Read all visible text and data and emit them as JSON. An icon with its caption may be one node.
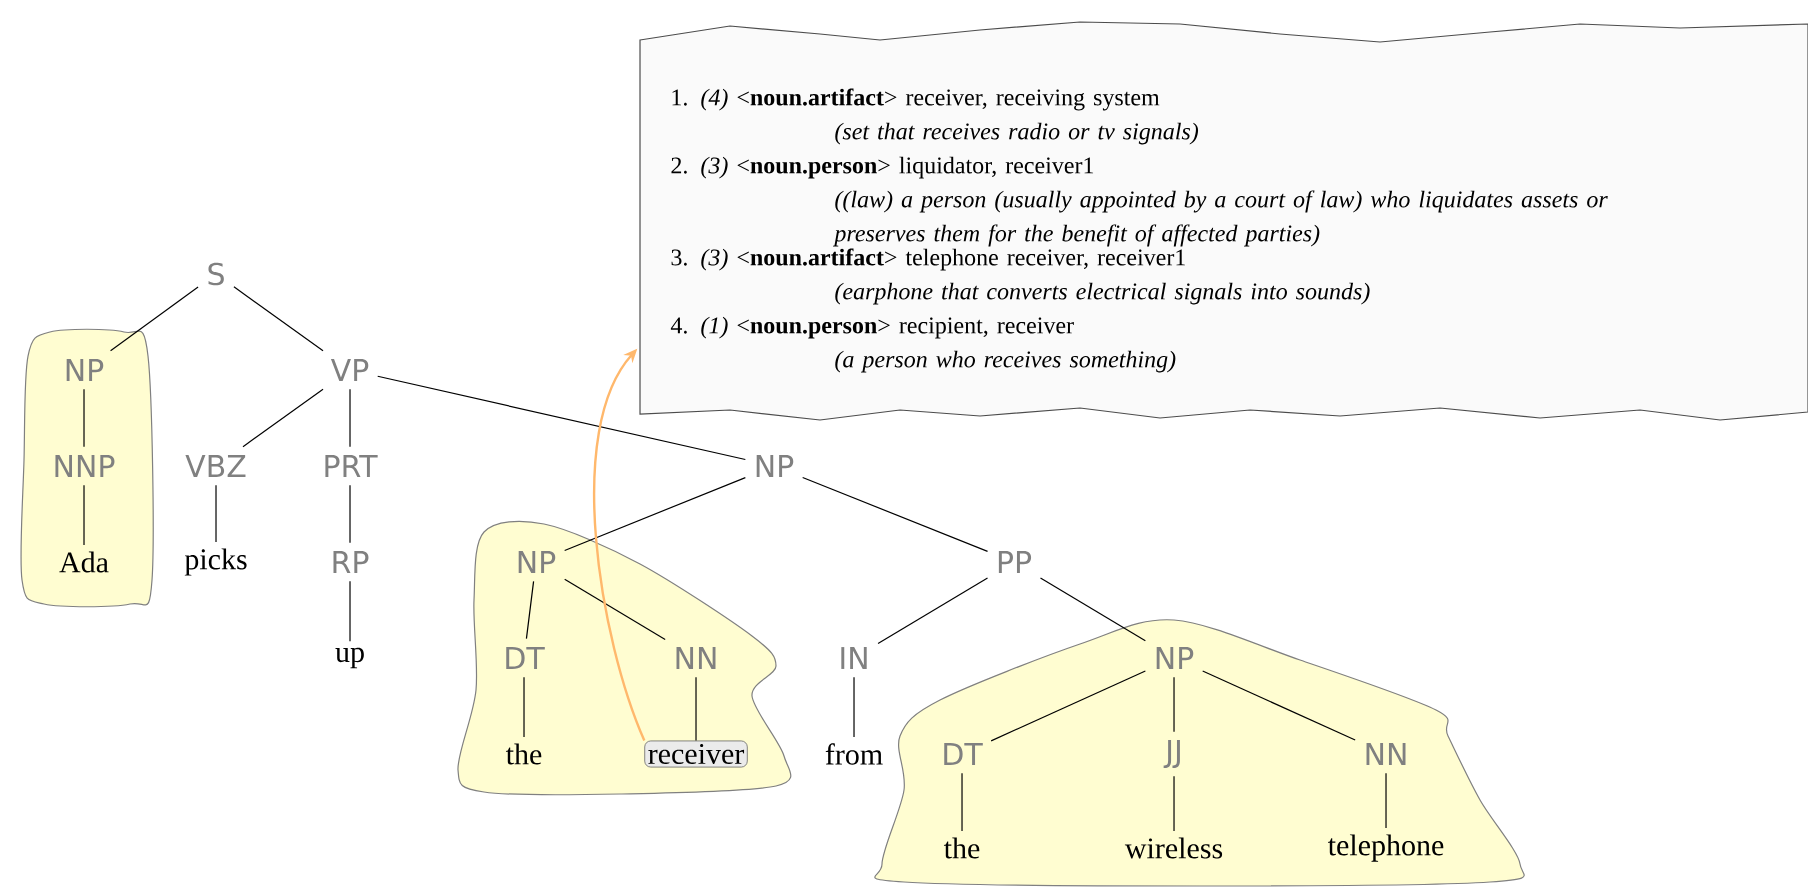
{
  "diagram": {
    "nodes": [
      {
        "text": [
          "1. *(4)* <**noun.artifact**> receiver, receiving system",
          "(set that receives radio or tv signals)",
          "2. *(3)* <**noun.person**> liquidator, receiver1",
          "((law) a person (usually appointed by a court of law) who liquidates assets or preserves them for the benefit of affected parties)",
          "3. *(3)* <**noun.artifact**> telephone receiver, receiver1",
          "(earphone that converts electrical signals into sounds)",
          "4. *(1)* <**noun.person**> recipient, receiver",
          "(a person who receives something)"
        ]
      },
      {
        "text": [
          "S"
        ]
      },
      {
        "text": [],
        "shape": "blob"
      },
      {
        "text": [
          "NP"
        ],
        "in": 2
      },
      {
        "text": [
          "NNP"
        ],
        "in": 2
      },
      {
        "text": [
          "Ada"
        ],
        "in": 2
      },
      {
        "text": [
          "VP"
        ]
      },
      {
        "text": [
          "VBZ"
        ]
      },
      {
        "text": [
          "PRT"
        ]
      },
      {
        "text": [
          "picks"
        ]
      },
      {
        "text": [
          "RP"
        ]
      },
      {
        "text": [
          "up"
        ]
      },
      {
        "text": [
          "NP"
        ]
      },
      {
        "text": [],
        "shape": "blob"
      },
      {
        "text": [
          "NP"
        ],
        "in": 13
      },
      {
        "text": [
          "DT"
        ],
        "in": 13
      },
      {
        "text": [
          "NN"
        ],
        "in": 13
      },
      {
        "text": [
          "the"
        ],
        "in": 13
      },
      {
        "text": [
          "receiver"
        ],
        "in": 13
      },
      {
        "text": [
          "PP"
        ]
      },
      {
        "text": [
          "IN"
        ]
      },
      {
        "text": [
          "from"
        ]
      },
      {
        "text": [],
        "shape": "blob"
      },
      {
        "text": [
          "NP"
        ],
        "in": 22
      },
      {
        "text": [
          "DT"
        ],
        "in": 22
      },
      {
        "text": [
          "JJ"
        ],
        "in": 22
      },
      {
        "text": [
          "NN"
        ],
        "in": 22
      },
      {
        "text": [
          "the"
        ],
        "in": 22
      },
      {
        "text": [
          "wireless"
        ],
        "in": 22
      },
      {
        "text": [
          "telephone"
        ],
        "in": 22
      }
    ],
    "edges": [
      {
        "from": 1,
        "to": 3,
        "arrow": "none"
      },
      {
        "from": 1,
        "to": 6,
        "arrow": "none"
      },
      {
        "from": 3,
        "to": 4,
        "arrow": "none"
      },
      {
        "from": 4,
        "to": 5,
        "arrow": "none"
      },
      {
        "from": 6,
        "to": 7,
        "arrow": "none"
      },
      {
        "from": 6,
        "to": 8,
        "arrow": "none"
      },
      {
        "from": 7,
        "to": 9,
        "arrow": "none"
      },
      {
        "from": 8,
        "to": 10,
        "arrow": "none"
      },
      {
        "from": 10,
        "to": 11,
        "arrow": "none"
      },
      {
        "from": 6,
        "to": 12,
        "arrow": "none"
      },
      {
        "from": 12,
        "to": 14,
        "arrow": "none"
      },
      {
        "from": 12,
        "to": 19,
        "arrow": "none"
      },
      {
        "from": 14,
        "to": 15,
        "arrow": "none"
      },
      {
        "from": 14,
        "to": 16,
        "arrow": "none"
      },
      {
        "from": 15,
        "to": 17,
        "arrow": "none"
      },
      {
        "from": 16,
        "to": 18,
        "arrow": "none"
      },
      {
        "from": 19,
        "to": 20,
        "arrow": "none"
      },
      {
        "from": 19,
        "to": 23,
        "arrow": "none"
      },
      {
        "from": 20,
        "to": 21,
        "arrow": "none"
      },
      {
        "from": 23,
        "to": 24,
        "arrow": "none"
      },
      {
        "from": 23,
        "to": 25,
        "arrow": "none"
      },
      {
        "from": 23,
        "to": 26,
        "arrow": "none"
      },
      {
        "from": 24,
        "to": 27,
        "arrow": "none"
      },
      {
        "from": 25,
        "to": 28,
        "arrow": "none"
      },
      {
        "from": 26,
        "to": 29,
        "arrow": "none"
      },
      {
        "from": 18,
        "to": 0,
        "arrow": "to",
        "color": "#ffb86c"
      }
    ]
  }
}
